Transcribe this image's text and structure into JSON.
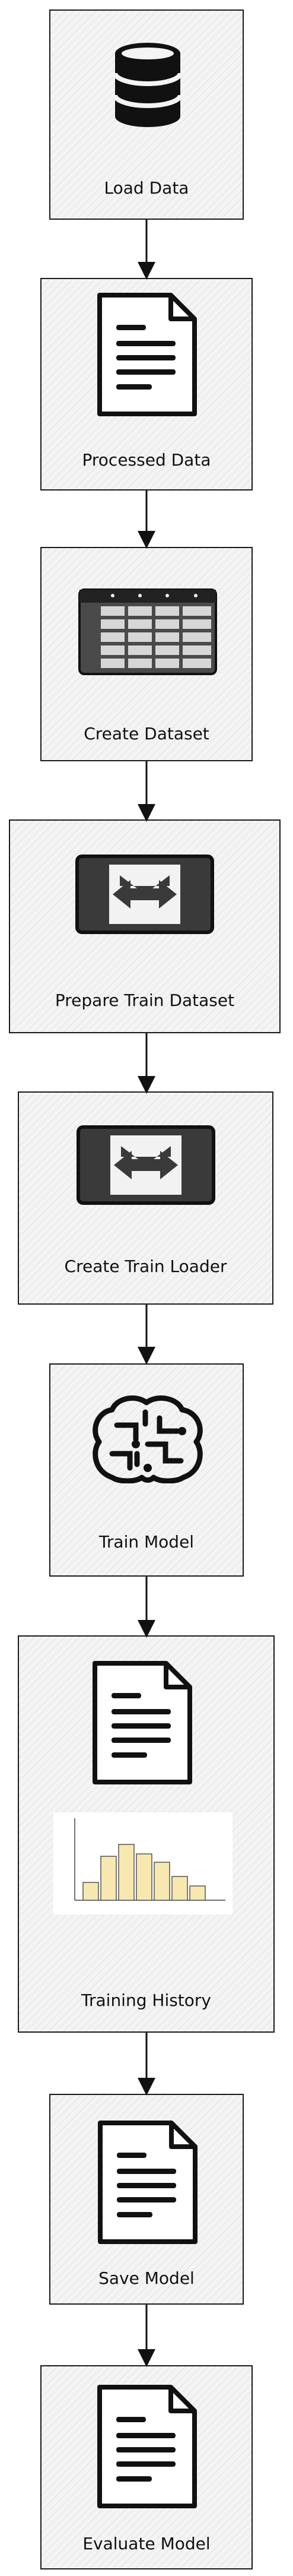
{
  "steps": [
    {
      "id": "load_data",
      "label": "Load Data",
      "icon": "database-icon"
    },
    {
      "id": "processed_data",
      "label": "Processed Data",
      "icon": "document-icon"
    },
    {
      "id": "create_dataset",
      "label": "Create Dataset",
      "icon": "spreadsheet-icon"
    },
    {
      "id": "prepare_train_dataset",
      "label": "Prepare Train Dataset",
      "icon": "transfer-arrows-icon"
    },
    {
      "id": "create_train_loader",
      "label": "Create Train Loader",
      "icon": "transfer-arrows-icon"
    },
    {
      "id": "train_model",
      "label": "Train Model",
      "icon": "brain-icon"
    },
    {
      "id": "training_history",
      "label": "Training History",
      "icons": [
        "document-icon",
        "histogram-icon"
      ]
    },
    {
      "id": "save_model",
      "label": "Save Model",
      "icon": "document-icon"
    },
    {
      "id": "evaluate_model",
      "label": "Evaluate Model",
      "icon": "document-icon"
    }
  ],
  "connections": [
    [
      "load_data",
      "processed_data"
    ],
    [
      "processed_data",
      "create_dataset"
    ],
    [
      "create_dataset",
      "prepare_train_dataset"
    ],
    [
      "prepare_train_dataset",
      "create_train_loader"
    ],
    [
      "create_train_loader",
      "train_model"
    ],
    [
      "train_model",
      "training_history"
    ],
    [
      "training_history",
      "save_model"
    ],
    [
      "save_model",
      "evaluate_model"
    ]
  ],
  "colors": {
    "border": "#1a1a1a",
    "fill": "#f4f4f4",
    "text": "#111111",
    "histogram_bar": "#f7e8b0"
  }
}
